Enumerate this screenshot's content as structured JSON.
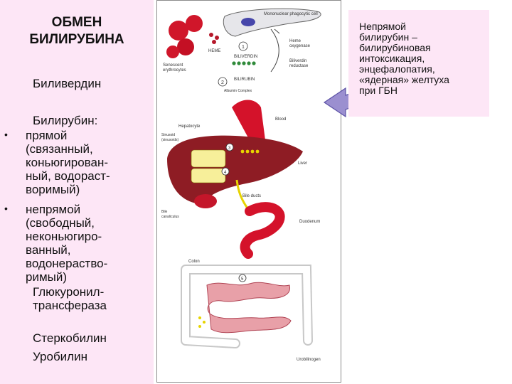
{
  "slide": {
    "title_line1": "ОБМЕН",
    "title_line2": "БИЛИРУБИНА",
    "biliverdin": "Биливердин",
    "bilirubin_heading": "Билирубин:",
    "bullets": [
      [
        "прямой",
        "(связанный,",
        "коньюгирован-",
        "ный, водораст-",
        "воримый)"
      ],
      [
        "непрямой",
        "(свободный,",
        "неконьюгиро-",
        "ванный,",
        "водонераство-",
        "римый)"
      ]
    ],
    "enzyme_line1": "Глюкуронил-",
    "enzyme_line2": "трансфераза",
    "sterco": "Стеркобилин",
    "uro": "Уробилин",
    "bullet_char": "•",
    "note_lines": [
      "Непрямой",
      "билирубин –",
      "билирубиновая",
      "интоксикация,",
      "энцефалопатия,",
      "«ядерная» желтуха",
      "при ГБН"
    ]
  },
  "figure": {
    "labels": {
      "phagocyte": "Mononuclear phagocytic cell",
      "senescent": "Senescent",
      "erythrocytes": "erythrocytes",
      "heme": "HEME",
      "heme_oxy1": "Heme",
      "heme_oxy2": "oxygenase",
      "biliverdin": "BILIVERDIN",
      "biliverdin_red1": "Biliverdin",
      "biliverdin_red2": "reductase",
      "bilirubin": "BILIRUBIN",
      "albumin": "Albumin Complex",
      "blood": "Blood",
      "hepatocyte": "Hepatocyte",
      "sinusoid1": "Sinusoid",
      "sinusoid2": "(sinusoids)",
      "liver": "Liver",
      "bile_ducts": "Bile ducts",
      "bile_can1": "Bile",
      "bile_can2": "canaliculus",
      "duodenum": "Duodenum",
      "colon": "Colon",
      "urobilinogen": "Urobilinogen",
      "step1": "1",
      "step2": "2",
      "step3": "3",
      "step4": "4",
      "step5": "5"
    }
  },
  "colors": {
    "panel_pink": "#fde6f6",
    "arrow_lilac": "#9b8fd0",
    "organ_red": "#c8102e",
    "liver_brown": "#8e1c24",
    "bile_yellow": "#f5e35a",
    "intestine_pink": "#e8a0a8"
  }
}
